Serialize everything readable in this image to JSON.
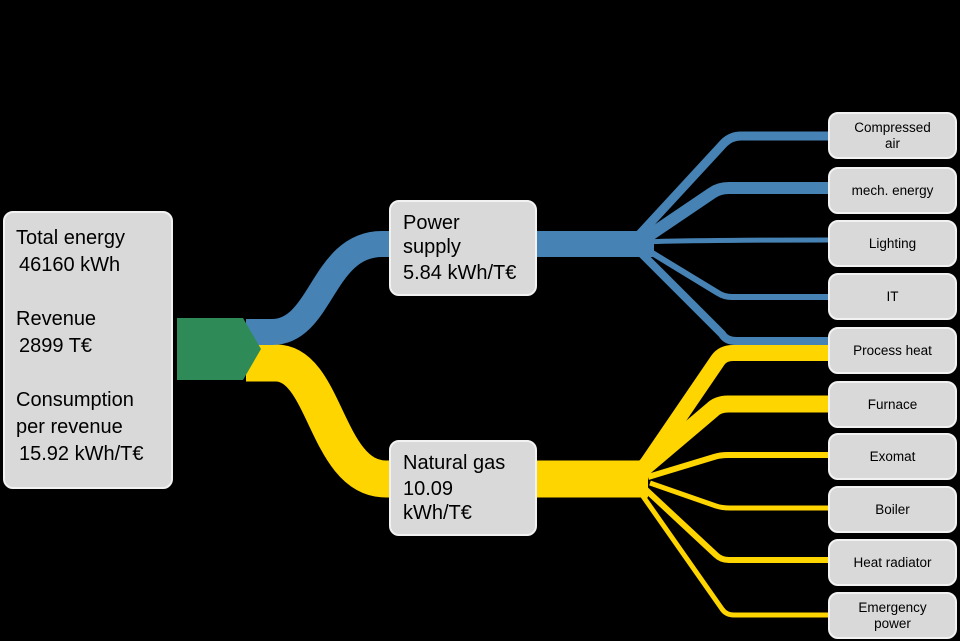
{
  "diagram": {
    "type": "sankey",
    "source_node": {
      "groups": [
        {
          "label": "Total energy",
          "value": "46160 kWh"
        },
        {
          "label": "Revenue",
          "value": "2899 T€"
        },
        {
          "label": "Consumption\nper revenue",
          "value": "15.92 kWh/T€"
        }
      ]
    },
    "carrier_nodes": [
      {
        "id": "power-supply",
        "label": "Power supply",
        "value": "5.84 kWh/T€"
      },
      {
        "id": "natural-gas",
        "label": "Natural gas",
        "value": "10.09 kWh/T€"
      }
    ],
    "consumer_nodes": [
      {
        "id": "compressed-air",
        "label": "Compressed\nair"
      },
      {
        "id": "mech-energy",
        "label": "mech. energy"
      },
      {
        "id": "lighting",
        "label": "Lighting"
      },
      {
        "id": "it",
        "label": "IT"
      },
      {
        "id": "process-heat",
        "label": "Process heat"
      },
      {
        "id": "furnace",
        "label": "Furnace"
      },
      {
        "id": "exomat",
        "label": "Exomat"
      },
      {
        "id": "boiler",
        "label": "Boiler"
      },
      {
        "id": "heat-radiator",
        "label": "Heat radiator"
      },
      {
        "id": "emergency-power",
        "label": "Emergency\npower"
      }
    ],
    "links": [
      {
        "source": "total-energy",
        "target": "power-supply",
        "carrier": "electricity"
      },
      {
        "source": "total-energy",
        "target": "natural-gas",
        "carrier": "gas"
      },
      {
        "source": "power-supply",
        "target": "compressed-air",
        "carrier": "electricity"
      },
      {
        "source": "power-supply",
        "target": "mech-energy",
        "carrier": "electricity"
      },
      {
        "source": "power-supply",
        "target": "lighting",
        "carrier": "electricity"
      },
      {
        "source": "power-supply",
        "target": "it",
        "carrier": "electricity"
      },
      {
        "source": "power-supply",
        "target": "process-heat",
        "carrier": "electricity"
      },
      {
        "source": "natural-gas",
        "target": "process-heat",
        "carrier": "gas"
      },
      {
        "source": "natural-gas",
        "target": "furnace",
        "carrier": "gas"
      },
      {
        "source": "natural-gas",
        "target": "exomat",
        "carrier": "gas"
      },
      {
        "source": "natural-gas",
        "target": "boiler",
        "carrier": "gas"
      },
      {
        "source": "natural-gas",
        "target": "heat-radiator",
        "carrier": "gas"
      },
      {
        "source": "natural-gas",
        "target": "emergency-power",
        "carrier": "gas"
      }
    ],
    "colors": {
      "electricity": "#4682B4",
      "gas": "#FFD500",
      "total": "#2E8B57",
      "node_fill": "#D9D9D9",
      "node_border": "#F2F2F2",
      "background": "#000000",
      "text": "#000000"
    }
  }
}
